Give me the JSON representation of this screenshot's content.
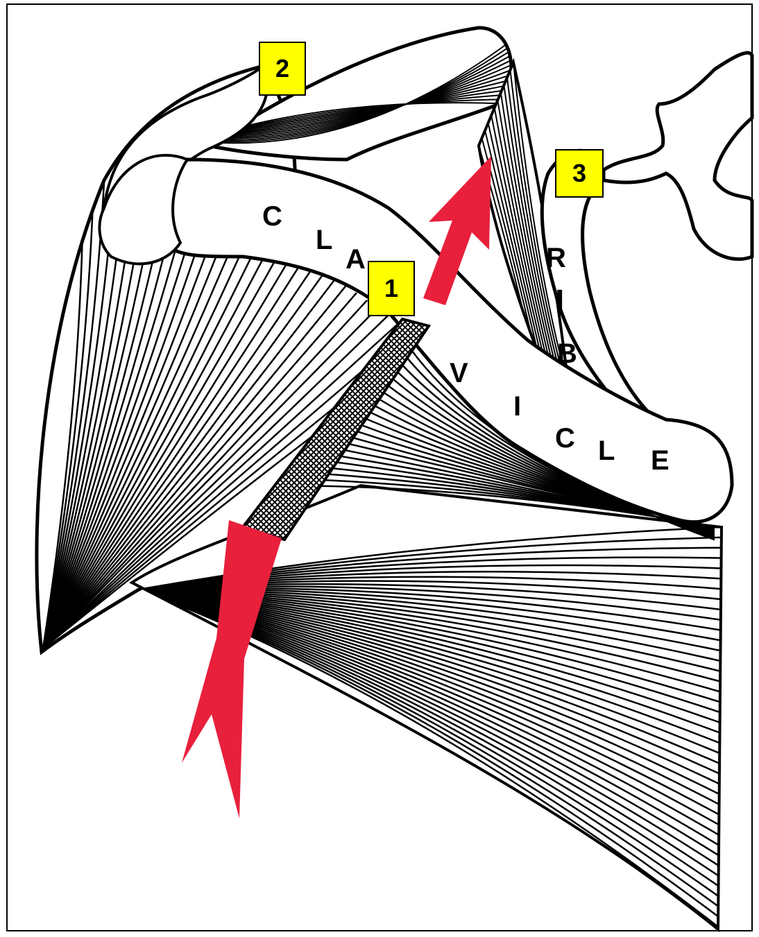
{
  "colors": {
    "arrow": "#e8203c",
    "marker_fill": "#ffff00",
    "outline": "#000000",
    "background": "#ffffff"
  },
  "markers": [
    "1",
    "2",
    "3"
  ],
  "clavicle_letters": [
    "C",
    "L",
    "A",
    "V",
    "I",
    "C",
    "L",
    "E"
  ],
  "rib_letters": [
    "R",
    "I",
    "B"
  ]
}
